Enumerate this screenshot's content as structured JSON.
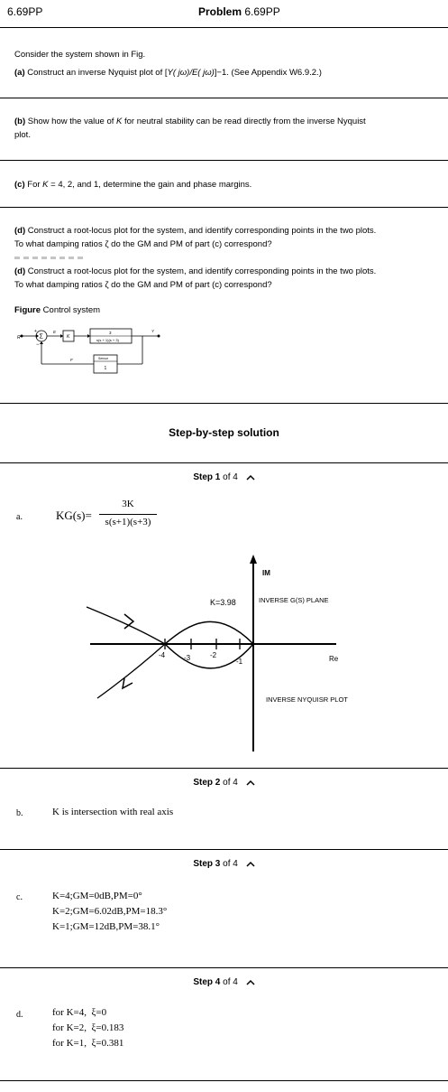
{
  "header": {
    "code": "6.69PP",
    "title_bold": "Problem",
    "title_num": "6.69PP"
  },
  "problem": {
    "intro": "Consider the system shown in Fig.",
    "a_label": "(a)",
    "a_text_1": " Construct an inverse Nyquist plot of [",
    "a_text_expr": "Y( jω)/E( jω)",
    "a_text_2": "]−1. (See Appendix W6.9.2.)",
    "b_label": "(b)",
    "b_text_1": " Show how the value of ",
    "b_text_K": "K",
    "b_text_2": " for neutral stability can be read directly from the inverse Nyquist",
    "b_text_3": "plot.",
    "c_label": "(c)",
    "c_text_1": " For ",
    "c_text_K": "K",
    "c_text_2": " = 4, 2, and 1, determine the gain and phase margins.",
    "d_label": "(d)",
    "d_text_1": " Construct a root-locus plot for the system, and identify corresponding points in the two plots.",
    "d_text_2": "To what damping ratios ζ do the GM and PM of part (c) correspond?",
    "d2_label": "(d)",
    "d2_text_1": " Construct a root-locus plot for the system, and identify corresponding points in the two plots.",
    "d2_text_2": "To what damping ratios ζ do the GM and PM of part (c) correspond?",
    "figure_label": "Figure",
    "figure_caption": " Control system"
  },
  "block_diagram": {
    "input": "R",
    "error": "E",
    "gain": "K",
    "plant_num": "3",
    "plant_den": "s(s + 1)(s + 3)",
    "output": "Y",
    "sensor_label": "Sensor",
    "sensor_value": "1",
    "feedback": "F",
    "plus": "+",
    "minus": "−",
    "sigma": "Σ"
  },
  "solution_heading": "Step-by-step solution",
  "steps": [
    {
      "label": "Step 1",
      "of": " of 4",
      "letter": "a."
    },
    {
      "label": "Step 2",
      "of": " of 4",
      "letter": "b.",
      "lines": [
        "K is intersection with real axis"
      ]
    },
    {
      "label": "Step 3",
      "of": " of 4",
      "letter": "c.",
      "lines": [
        "K=4;GM=0dB,PM=0°",
        "K=2;GM=6.02dB,PM=18.3°",
        "K=1;GM=12dB,PM=38.1°"
      ]
    },
    {
      "label": "Step 4",
      "of": " of 4",
      "letter": "d.",
      "lines": [
        "for K=4,  ξ=0",
        "for K=2,  ξ=0.183",
        "for K=1,  ξ=0.381"
      ]
    }
  ],
  "equation": {
    "lhs": "KG(s)=",
    "num": "3K",
    "den": "s(s+1)(s+3)"
  },
  "plot": {
    "im_label": "IM",
    "re_label": "Re",
    "k_label": "K=3.98",
    "plane_label": "INVERSE G(S) PLANE",
    "plot_label": "INVERSE NYQUISR PLOT",
    "ticks": [
      "-4",
      "-3",
      "-2",
      "-1"
    ]
  }
}
